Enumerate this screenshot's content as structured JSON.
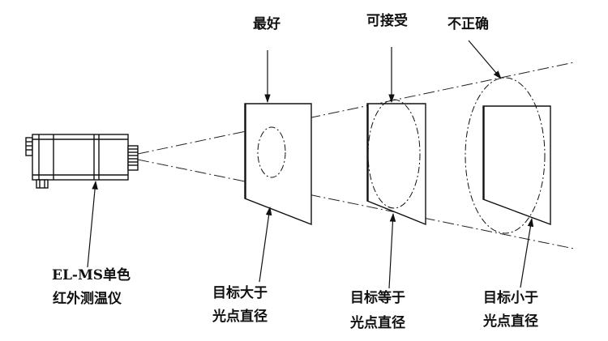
{
  "top_labels": {
    "best": "最好",
    "acceptable": "可接受",
    "incorrect": "不正确"
  },
  "device_label": {
    "line1": "EL-MS单色",
    "line2": "红外测温仪"
  },
  "bottom_labels": {
    "greater": {
      "line1": "目标大于",
      "line2": "光点直径"
    },
    "equal": {
      "line1": "目标等于",
      "line2": "光点直径"
    },
    "less": {
      "line1": "目标小于",
      "line2": "光点直径"
    }
  }
}
